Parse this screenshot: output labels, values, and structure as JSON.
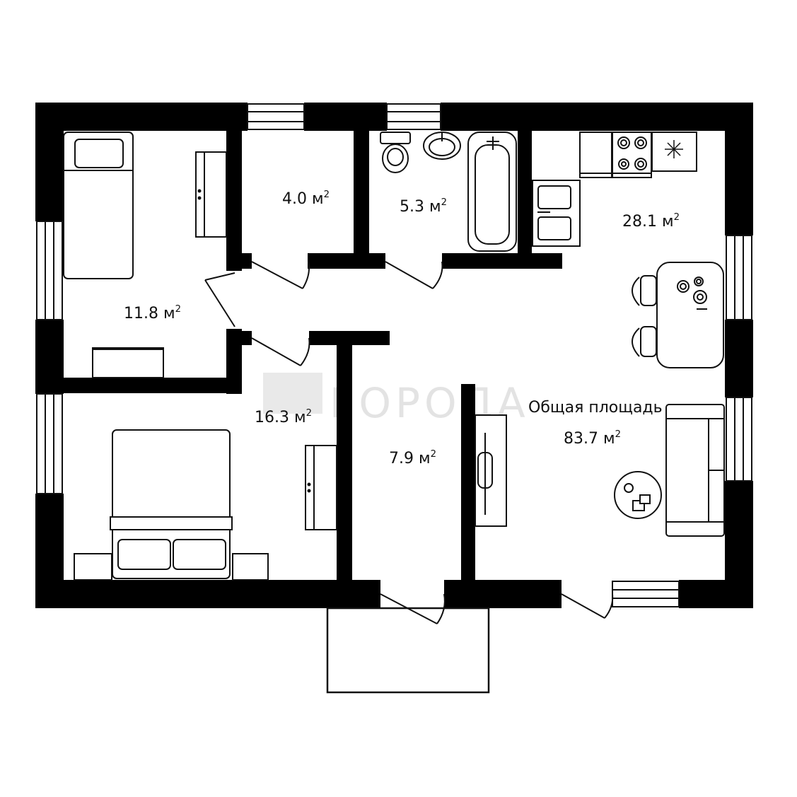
{
  "plan": {
    "wall_color": "#000000",
    "line_color": "#111111",
    "background": "#ffffff",
    "watermark_color": "#e3e3e3"
  },
  "watermark": {
    "text": "ГОРОДА"
  },
  "rooms": [
    {
      "id": "bedroom-small",
      "area": "11.8 м",
      "sup": "2"
    },
    {
      "id": "storage",
      "area": "4.0 м",
      "sup": "2"
    },
    {
      "id": "bathroom",
      "area": "5.3 м",
      "sup": "2"
    },
    {
      "id": "kitchen-living",
      "area": "28.1 м",
      "sup": "2"
    },
    {
      "id": "bedroom-large",
      "area": "16.3 м",
      "sup": "2"
    },
    {
      "id": "hallway",
      "area": "7.9 м",
      "sup": "2"
    }
  ],
  "total": {
    "label": "Общая площадь",
    "area": "83.7 м",
    "sup": "2"
  }
}
